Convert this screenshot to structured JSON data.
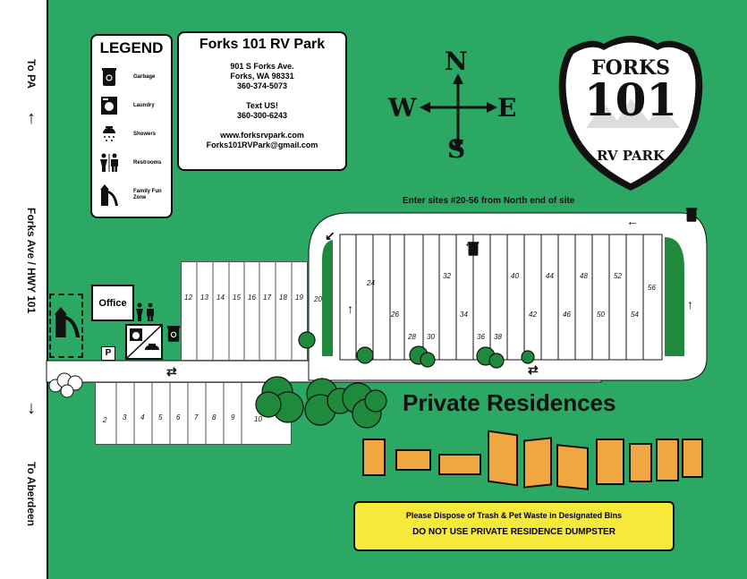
{
  "roads": {
    "to_pa": "To PA",
    "forks_ave": "Forks Ave / HWY 101",
    "to_aberdeen": "To Aberdeen"
  },
  "legend": {
    "title": "LEGEND",
    "items": [
      {
        "label": "Garbage",
        "icon": "trash-bin-icon"
      },
      {
        "label": "Laundry",
        "icon": "washer-icon"
      },
      {
        "label": "Showers",
        "icon": "shower-icon"
      },
      {
        "label": "Restrooms",
        "icon": "restroom-icon"
      },
      {
        "label": "Family Fun Zone",
        "icon": "playground-slide-icon"
      }
    ]
  },
  "info": {
    "title": "Forks 101 RV Park",
    "address1": "901 S Forks Ave.",
    "address2": "Forks, WA 98331",
    "phone": "360-374-5073",
    "text_label": "Text US!",
    "text_phone": "360-300-6243",
    "website": "www.forksrvpark.com",
    "email": "Forks101RVPark@gmail.com"
  },
  "compass": {
    "n": "N",
    "s": "S",
    "e": "E",
    "w": "W"
  },
  "logo": {
    "top": "FORKS",
    "number": "101",
    "bottom": "RV PARK"
  },
  "office_label": "Office",
  "parking_label": "P",
  "enter_note": "Enter sites #20-56 from North end of site",
  "site_numbers_front": [
    "2",
    "3",
    "4",
    "5",
    "6",
    "7",
    "8",
    "9",
    "10"
  ],
  "site_numbers_row2": [
    "12",
    "13",
    "14",
    "15",
    "16",
    "17",
    "18",
    "19"
  ],
  "site_numbers_loop": [
    "20",
    "24",
    "26",
    "28",
    "30",
    "32",
    "34",
    "36",
    "38",
    "40",
    "42",
    "44",
    "46",
    "48",
    "50",
    "52",
    "54",
    "56"
  ],
  "private_residences": "Private Residences",
  "notice": {
    "line1": "Please Dispose of Trash & Pet Waste in Designated Bins",
    "line2": "DO NOT USE PRIVATE RESIDENCE DUMPSTER"
  },
  "colors": {
    "grass": "#2ba864",
    "house": "#f0a641",
    "notice": "#f7e93a",
    "tree": "#1f8a3b"
  }
}
